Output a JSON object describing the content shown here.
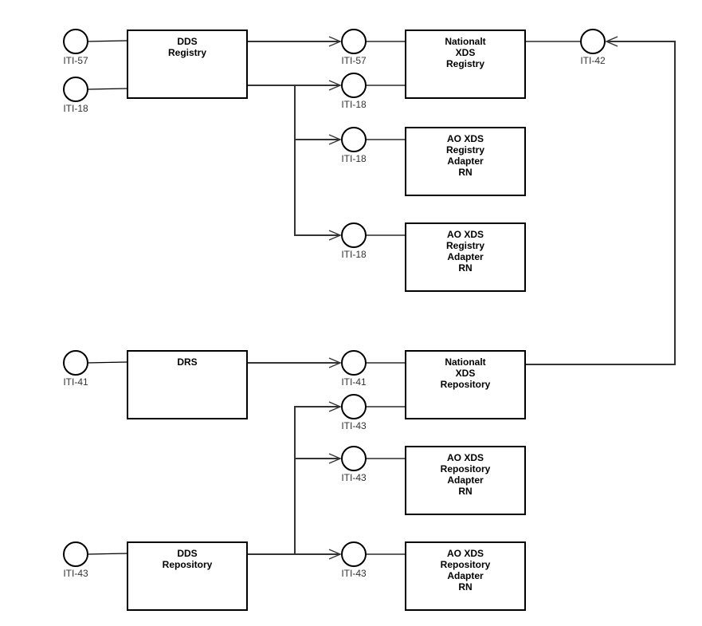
{
  "diagram": {
    "boxes": [
      {
        "id": "dds-registry",
        "lines": [
          "DDS",
          "Registry"
        ]
      },
      {
        "id": "nationalt-xds-registry",
        "lines": [
          "Nationalt",
          "XDS",
          "Registry"
        ]
      },
      {
        "id": "ao-xds-registry-adapter-rn-1",
        "lines": [
          "AO XDS",
          "Registry",
          "Adapter",
          "RN"
        ]
      },
      {
        "id": "ao-xds-registry-adapter-rn-2",
        "lines": [
          "AO XDS",
          "Registry",
          "Adapter",
          "RN"
        ]
      },
      {
        "id": "drs",
        "lines": [
          "DRS"
        ]
      },
      {
        "id": "nationalt-xds-repository",
        "lines": [
          "Nationalt",
          "XDS",
          "Repository"
        ]
      },
      {
        "id": "ao-xds-repository-adapter-rn-1",
        "lines": [
          "AO XDS",
          "Repository",
          "Adapter",
          "RN"
        ]
      },
      {
        "id": "dds-repository",
        "lines": [
          "DDS",
          "Repository"
        ]
      },
      {
        "id": "ao-xds-repository-adapter-rn-2",
        "lines": [
          "AO XDS",
          "Repository",
          "Adapter",
          "RN"
        ]
      }
    ],
    "interfaces": [
      {
        "id": "dds-registry-iti57",
        "label": "ITI-57",
        "owner": "dds-registry"
      },
      {
        "id": "dds-registry-iti18",
        "label": "ITI-18",
        "owner": "dds-registry"
      },
      {
        "id": "nat-registry-iti57",
        "label": "ITI-57",
        "owner": "nationalt-xds-registry"
      },
      {
        "id": "nat-registry-iti18",
        "label": "ITI-18",
        "owner": "nationalt-xds-registry"
      },
      {
        "id": "nat-registry-iti42",
        "label": "ITI-42",
        "owner": "nationalt-xds-registry"
      },
      {
        "id": "ao-registry-1-iti18",
        "label": "ITI-18",
        "owner": "ao-xds-registry-adapter-rn-1"
      },
      {
        "id": "ao-registry-2-iti18",
        "label": "ITI-18",
        "owner": "ao-xds-registry-adapter-rn-2"
      },
      {
        "id": "drs-iti41",
        "label": "ITI-41",
        "owner": "drs"
      },
      {
        "id": "nat-repository-iti41",
        "label": "ITI-41",
        "owner": "nationalt-xds-repository"
      },
      {
        "id": "nat-repository-iti43",
        "label": "ITI-43",
        "owner": "nationalt-xds-repository"
      },
      {
        "id": "ao-repository-1-iti43",
        "label": "ITI-43",
        "owner": "ao-xds-repository-adapter-rn-1"
      },
      {
        "id": "dds-repository-iti43",
        "label": "ITI-43",
        "owner": "dds-repository"
      },
      {
        "id": "ao-repository-2-iti43",
        "label": "ITI-43",
        "owner": "ao-xds-repository-adapter-rn-2"
      }
    ],
    "connections": [
      {
        "from": "dds-registry",
        "to": "nat-registry-iti57"
      },
      {
        "from": "dds-registry",
        "to": "nat-registry-iti18"
      },
      {
        "from": "dds-registry",
        "to": "ao-registry-1-iti18"
      },
      {
        "from": "dds-registry",
        "to": "ao-registry-2-iti18"
      },
      {
        "from": "drs",
        "to": "nat-repository-iti41"
      },
      {
        "from": "nationalt-xds-repository",
        "to": "nat-registry-iti42"
      },
      {
        "from": "dds-repository",
        "to": "nat-repository-iti43"
      },
      {
        "from": "dds-repository",
        "to": "ao-repository-1-iti43"
      },
      {
        "from": "dds-repository",
        "to": "ao-repository-2-iti43"
      }
    ]
  }
}
